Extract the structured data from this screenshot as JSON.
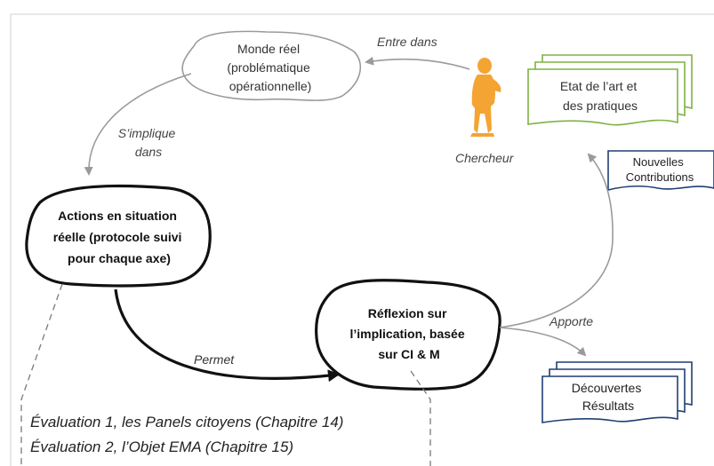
{
  "nodes": {
    "monde_reel": [
      "Monde réel",
      "(problématique",
      "opérationnelle)"
    ],
    "etat_art": [
      "Etat de l’art et",
      "des pratiques"
    ],
    "actions": [
      "Actions en situation",
      "réelle (protocole suivi",
      "pour chaque axe)"
    ],
    "reflexion": [
      "Réflexion sur",
      "l’implication, basée",
      "sur CI & M"
    ],
    "nouvelles": [
      "Nouvelles",
      "Contributions"
    ],
    "decouvertes": [
      "Découvertes",
      "Résultats"
    ]
  },
  "labels": {
    "entre_dans": "Entre dans",
    "s_implique": [
      "S’implique",
      "dans"
    ],
    "chercheur": "Chercheur",
    "permet": "Permet",
    "apporte": "Apporte"
  },
  "evaluations": [
    "Évaluation 1, les Panels citoyens (Chapitre 14)",
    "Évaluation 2, l’Objet EMA (Chapitre 15)"
  ],
  "colors": {
    "gray": "#9a9a9a",
    "black": "#111111",
    "person": "#f4a433",
    "green_border": "#7fb241",
    "blue_border": "#1f3f73",
    "text": "#222222",
    "dashed": "#7a7a7a"
  }
}
